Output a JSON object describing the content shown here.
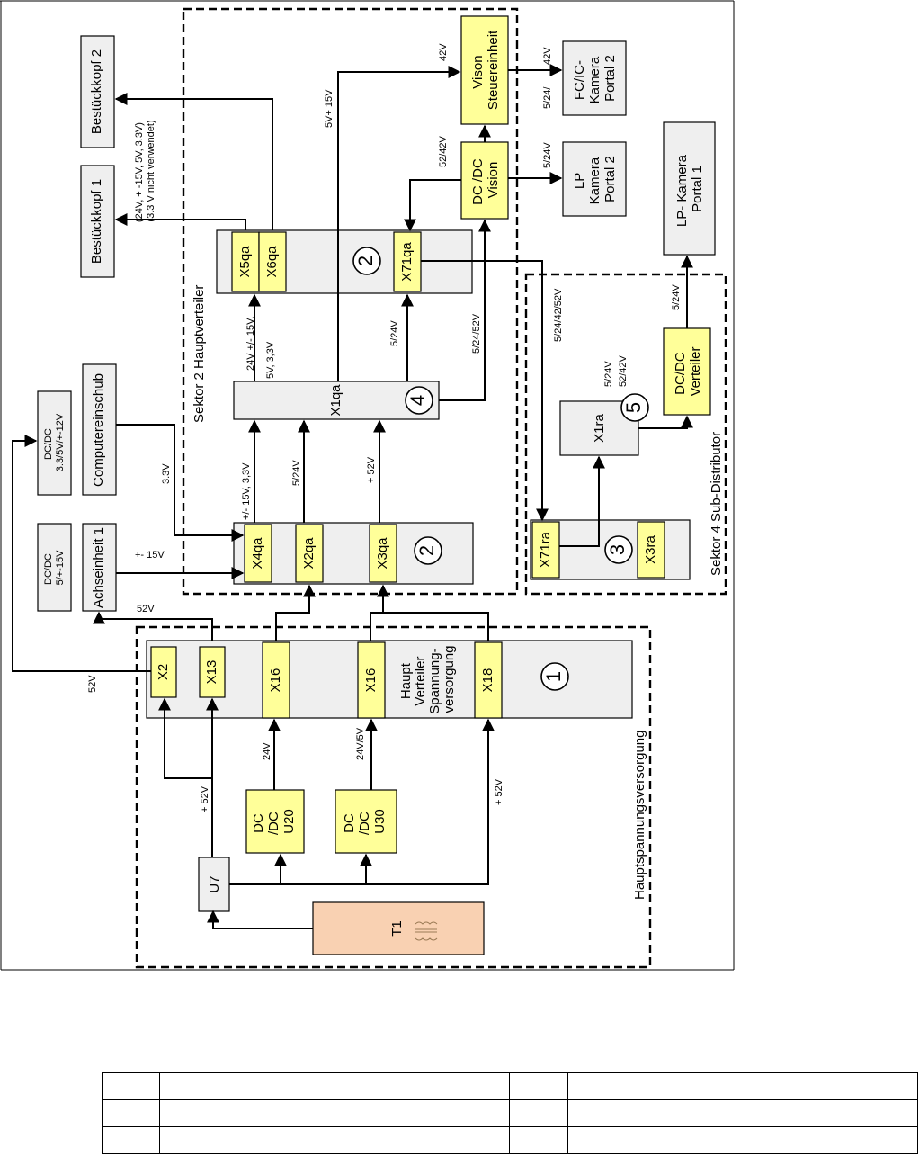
{
  "diagram": {
    "sections": {
      "hauptspannung": "Hauptspannungsversorgung",
      "sektor2": "Sektor 2 Hauptverteiler",
      "sektor4": "Sektor 4   Sub-Distributor"
    },
    "blocks": {
      "t1": "T1",
      "u7": "U7",
      "u20": [
        "DC",
        "/DC",
        "U20"
      ],
      "u30": [
        "DC",
        "/DC",
        "U30"
      ],
      "x2": "X2",
      "x13": "X13",
      "x16a": "X16",
      "x16b": "X16",
      "x18": "X18",
      "haupt": [
        "Haupt",
        "Verteiler",
        "Spannung-",
        "versorgung"
      ],
      "x4qa": "X4qa",
      "x2qa": "X2qa",
      "x3qa": "X3qa",
      "x1qa": "X1qa",
      "x5qa": "X5qa",
      "x6qa": "X6qa",
      "x71qa": "X71qa",
      "dcdc_vision": [
        "DC /DC",
        "Vision"
      ],
      "vison": [
        "Vison",
        "Steuereinheit"
      ],
      "fcic": [
        "FC/IC-",
        "Kamera",
        "Portal 2"
      ],
      "lp2": [
        "LP",
        "Kamera",
        "Portal 2"
      ],
      "lp1": [
        "LP- Kamera",
        "Portal 1"
      ],
      "x71ra": "X71ra",
      "x3ra": "X3ra",
      "x1ra": "X1ra",
      "dcdc_verteiler": [
        "DC/DC",
        "Verteiler"
      ],
      "achseinheit": "Achseinheit 1",
      "dcdc_5": [
        "DC/DC",
        "5/+-15V"
      ],
      "computereinschub": "Computereinschub",
      "dcdc_33": [
        "DC/DC",
        "3.3/5V/+-12V"
      ],
      "bestueck1": "Bestückkopf 1",
      "bestueck2": "Bestückkopf 2",
      "bestueck_note": [
        "(24V, + -15V, 5V, 3.3V)",
        "(3.3 V nicht verwendet)"
      ]
    },
    "badges": {
      "n1": "1",
      "n2a": "2",
      "n2b": "2",
      "n3": "3",
      "n4": "4",
      "n5": "5"
    },
    "labels": {
      "u7_plus52": "+ 52V",
      "u20_24v": "24V",
      "u30_24v5v": "24V/5V",
      "x18_plus52": "+ 52V",
      "x2_52v": "52V",
      "x13_52v": "52V",
      "achse_15": "+- 15V",
      "comp_33": "3.3V",
      "x4qa_out": "+/- 15V, 3,3V",
      "x2qa_out": "5/24V",
      "x3qa_out": "+ 52V",
      "x5qa_in": [
        "24V +/- 15V,",
        "5V, 3,3V"
      ],
      "x71qa_in": "5/24V",
      "vision_in": "5/24/52V",
      "bus_5v15": "5V+ 15V",
      "dcdc_52_42": "52/42V",
      "vison_42": "42V",
      "fcic_42": "42V",
      "fcic_524": "5/24/",
      "lp2_524": "5/24V",
      "sub_bus": "5/24/42/52V",
      "x1ra_524": "5/24V",
      "x1ra_5242": "52/42V",
      "lp1_524": "5/24V"
    }
  },
  "legend_table": {
    "rows": [
      [
        "",
        "",
        "",
        ""
      ],
      [
        "",
        "",
        "",
        ""
      ],
      [
        "",
        "",
        "",
        ""
      ]
    ]
  }
}
